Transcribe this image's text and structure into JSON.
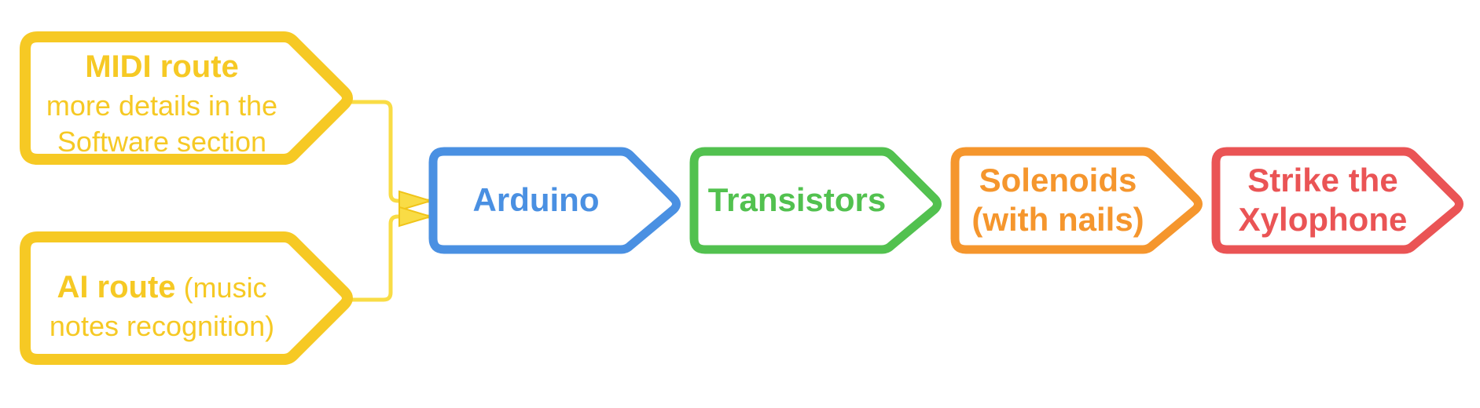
{
  "colors": {
    "yellow": "#f6c924",
    "yellow_connector": "#f9dc45",
    "blue": "#4a90e2",
    "green": "#52c14f",
    "orange": "#f5962d",
    "red": "#ea5455"
  },
  "nodes": {
    "midi": {
      "title": "MIDI route",
      "line1": "more details in the",
      "line2": "Software section"
    },
    "ai": {
      "title": "AI route",
      "inline": " (music",
      "line2": "notes recognition)"
    },
    "arduino": {
      "label": "Arduino"
    },
    "transistors": {
      "label": "Transistors"
    },
    "solenoids": {
      "line1": "Solenoids",
      "line2": "(with nails)"
    },
    "strike": {
      "line1": "Strike the",
      "line2": "Xylophone"
    }
  }
}
